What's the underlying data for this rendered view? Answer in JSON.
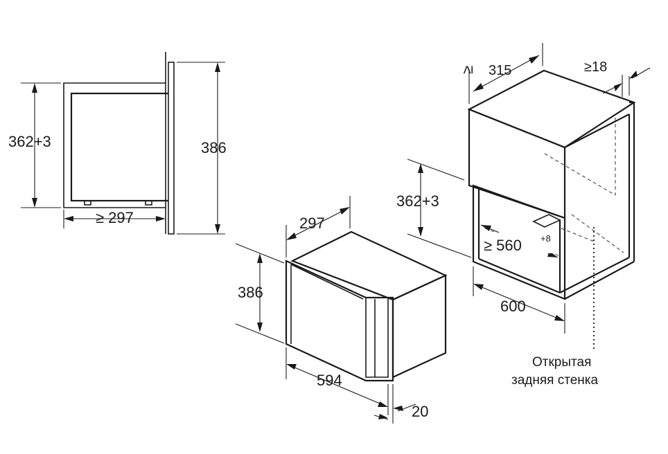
{
  "side_view": {
    "height_label": "362+3",
    "total_height_label": "386",
    "depth_label": "≥ 297"
  },
  "appliance": {
    "depth_label": "297",
    "height_label": "386",
    "width_label": "594",
    "frame_label": "20"
  },
  "niche": {
    "min_label": "≥",
    "depth_label": "315",
    "panel_label": "≥18",
    "height_label": "362+3",
    "width_label": "≥ 560",
    "width_tolerance": "+8",
    "cabinet_width_label": "600",
    "note_line1": "Открытая",
    "note_line2": "задняя стенка"
  }
}
